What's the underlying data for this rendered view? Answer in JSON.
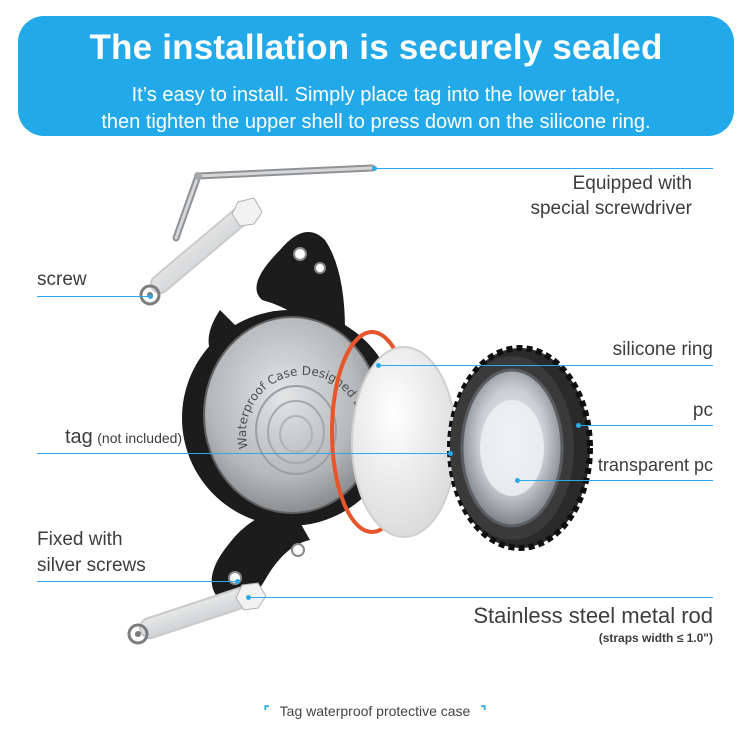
{
  "banner": {
    "title": "The installation is securely sealed",
    "subtitle_line1": "It’s easy to install. Simply place  tag into the lower table,",
    "subtitle_line2": "then tighten the upper shell to press down on the silicone ring."
  },
  "labels": {
    "screwdriver_line1": "Equipped with",
    "screwdriver_line2": "special screwdriver",
    "screw": "screw",
    "silicone_ring": "silicone ring",
    "pc": "pc",
    "tag": "tag",
    "tag_note": "(not included)",
    "transparent_pc": "transparent pc",
    "fixed_line1": "Fixed with",
    "fixed_line2": "silver screws",
    "rod": "Stainless steel metal rod",
    "rod_note": "(straps  width ≤ 1.0\")"
  },
  "case_engraving": "Waterproof Case Designed by NO in California",
  "caption": {
    "open_bracket": "⌜",
    "text": "Tag waterproof protective case",
    "close_bracket": "⌝"
  },
  "colors": {
    "banner": "#21a9ea",
    "leader_line": "#2ba8e6",
    "silicone_ring": "#e8552a",
    "mount": "#1c1c1c",
    "shell": "#b7b9bb"
  }
}
